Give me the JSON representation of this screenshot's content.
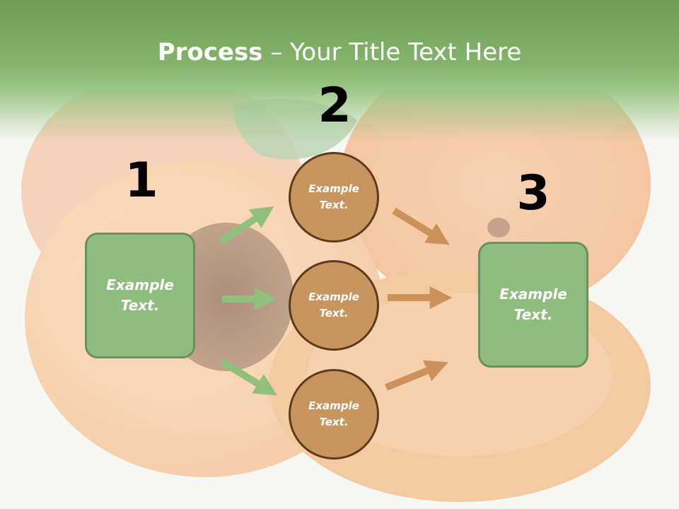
{
  "title": {
    "bold": "Process",
    "rest": " – Your Title Text Here"
  },
  "steps": {
    "one": "1",
    "two": "2",
    "three": "3"
  },
  "boxes": {
    "left": "Example Text.",
    "right": "Example Text."
  },
  "circles": {
    "top": "Example Text.",
    "middle": "Example Text.",
    "bottom": "Example Text."
  },
  "colors": {
    "header_green": "#84b36b",
    "box_fill": "#8fbd7f",
    "box_border": "#6c8f5d",
    "circle_fill": "#c8955f",
    "circle_border": "#5d3a1d",
    "green_arrow": "#8fc17d",
    "brown_arrow": "#cd915b"
  }
}
